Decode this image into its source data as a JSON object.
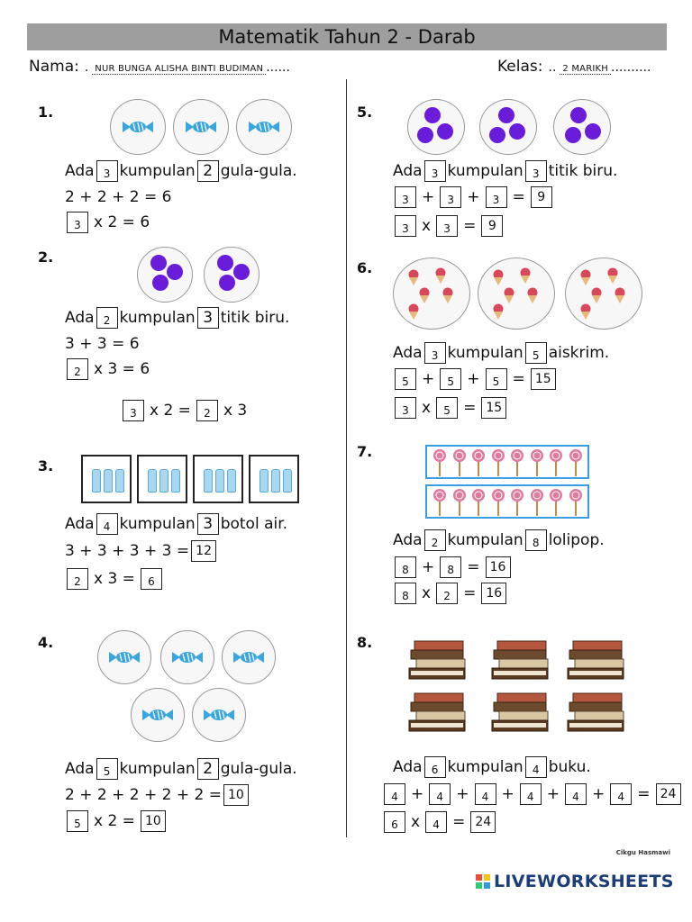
{
  "title": "Matematik Tahun 2 - Darab",
  "header": {
    "name_label": "Nama:",
    "name_pre": ".",
    "name_value": "NUR BUNGA ALISHA BINTI BUDIMAN",
    "name_post": "......",
    "class_label": "Kelas:",
    "class_pre": "..",
    "class_value": "2 MARIKH",
    "class_post": ".........."
  },
  "words": {
    "ada": "Ada",
    "kumpulan": "kumpulan",
    "x": "x",
    "eq": "=",
    "plus": "+"
  },
  "q1": {
    "num": "1.",
    "a": "3",
    "b": "2",
    "item": "gula-gula.",
    "sum": "2 + 2 + 2 = 6",
    "m1": "3",
    "m_rest": "x 2 = 6"
  },
  "q2": {
    "num": "2.",
    "a": "2",
    "b": "3",
    "item": "titik biru.",
    "sum": "3 + 3 = 6",
    "m1": "2",
    "m_rest": "x 3 = 6",
    "c1": "3",
    "c_mid": "x 2 =",
    "c2": "2",
    "c_end": "x 3"
  },
  "q3": {
    "num": "3.",
    "a": "4",
    "b": "3",
    "item": "botol air.",
    "sum": "3 + 3 + 3 + 3 =",
    "sum_ans": "12",
    "m1": "2",
    "m_mid": "x 3 =",
    "m_ans": "6"
  },
  "q4": {
    "num": "4.",
    "a": "5",
    "b": "2",
    "item": "gula-gula.",
    "sum": "2 + 2 + 2 + 2 + 2 =",
    "sum_ans": "10",
    "m1": "5",
    "m_mid": "x 2 =",
    "m_ans": "10"
  },
  "q5": {
    "num": "5.",
    "a": "3",
    "b": "3",
    "item": "titik biru.",
    "s1": "3",
    "s2": "3",
    "s3": "3",
    "s_ans": "9",
    "m1": "3",
    "m2": "3",
    "m_ans": "9"
  },
  "q6": {
    "num": "6.",
    "a": "3",
    "b": "5",
    "item": "aiskrim.",
    "s1": "5",
    "s2": "5",
    "s3": "5",
    "s_ans": "15",
    "m1": "3",
    "m2": "5",
    "m_ans": "15"
  },
  "q7": {
    "num": "7.",
    "a": "2",
    "b": "8",
    "item": "lolipop.",
    "s1": "8",
    "s2": "8",
    "s_ans": "16",
    "m1": "8",
    "m2": "2",
    "m_ans": "16"
  },
  "q8": {
    "num": "8.",
    "a": "6",
    "b": "4",
    "item": "buku.",
    "s": [
      "4",
      "4",
      "4",
      "4",
      "4",
      "4"
    ],
    "s_ans": "24",
    "m1": "6",
    "m2": "4",
    "m_ans": "24"
  },
  "footer": {
    "credit": "Cikgu Hasmawi",
    "brand": "LIVEWORKSHEETS"
  },
  "colors": {
    "dot": "#6a1cdb",
    "candy": "#3aa6e0",
    "lolipop": "#e07a9e",
    "bottle": "#a8d8f0",
    "frame": "#3a9ee0",
    "brand": "#1c3c78"
  }
}
